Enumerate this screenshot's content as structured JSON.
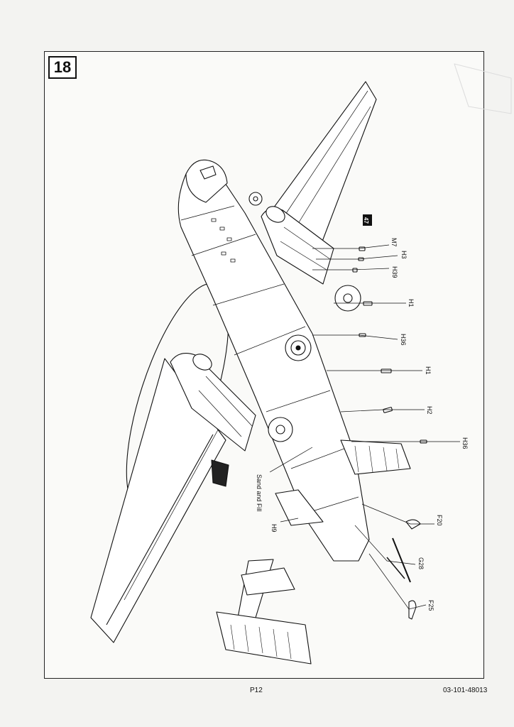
{
  "step": {
    "number": "18"
  },
  "callouts": {
    "m7": "M7",
    "h3": "H3",
    "h39": "H39",
    "h1_a": "H1",
    "h36_a": "H36",
    "h1_b": "H1",
    "h2": "H2",
    "h36_b": "H36",
    "f20": "F20",
    "g28": "G28",
    "f25": "F25",
    "h9": "H9",
    "ref_badge": "47",
    "note": "Sand and Fill"
  },
  "footer": {
    "page": "P12",
    "code": "03-101-48013"
  }
}
